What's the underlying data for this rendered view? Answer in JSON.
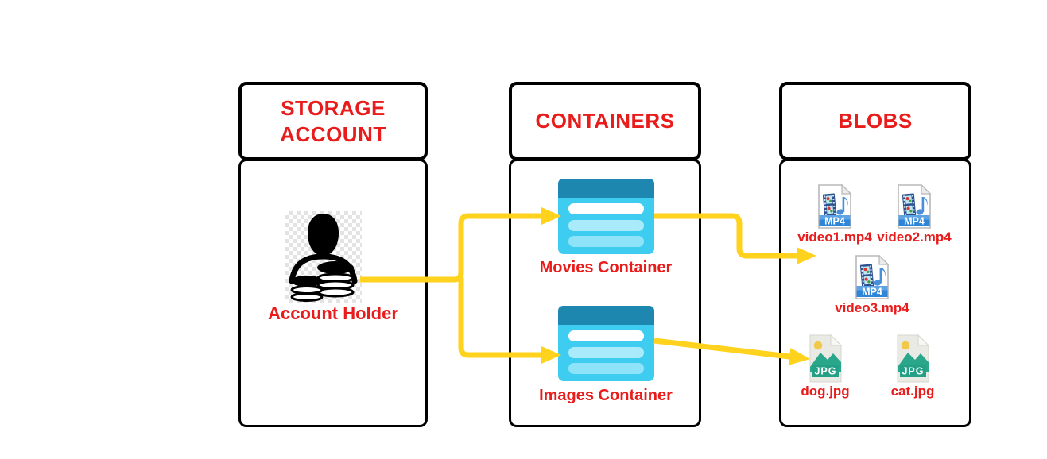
{
  "columns": [
    {
      "title": "STORAGE ACCOUNT"
    },
    {
      "title": "CONTAINERS"
    },
    {
      "title": "BLOBS"
    }
  ],
  "storage_account": {
    "holder_label": "Account Holder"
  },
  "containers": [
    {
      "label": "Movies Container"
    },
    {
      "label": "Images Container"
    }
  ],
  "blobs": [
    {
      "name": "video1.mp4",
      "badge": "MP4",
      "kind": "video"
    },
    {
      "name": "video2.mp4",
      "badge": "MP4",
      "kind": "video"
    },
    {
      "name": "video3.mp4",
      "badge": "MP4",
      "kind": "video"
    },
    {
      "name": "dog.jpg",
      "badge": "JPG",
      "kind": "image"
    },
    {
      "name": "cat.jpg",
      "badge": "JPG",
      "kind": "image"
    }
  ],
  "connections": [
    {
      "from": "account-holder",
      "to": "movies-container"
    },
    {
      "from": "account-holder",
      "to": "images-container"
    },
    {
      "from": "movies-container",
      "to": "video-blobs"
    },
    {
      "from": "images-container",
      "to": "image-blobs"
    }
  ],
  "colors": {
    "label_red": "#e91c1c",
    "arrow_yellow": "#ffd21e",
    "container_header_blue": "#1d87b0",
    "container_body_blue": "#3ecdf0",
    "mp4_banner_blue": "#2f86d8",
    "jpg_banner_teal": "#23a085",
    "box_border": "#000000"
  }
}
